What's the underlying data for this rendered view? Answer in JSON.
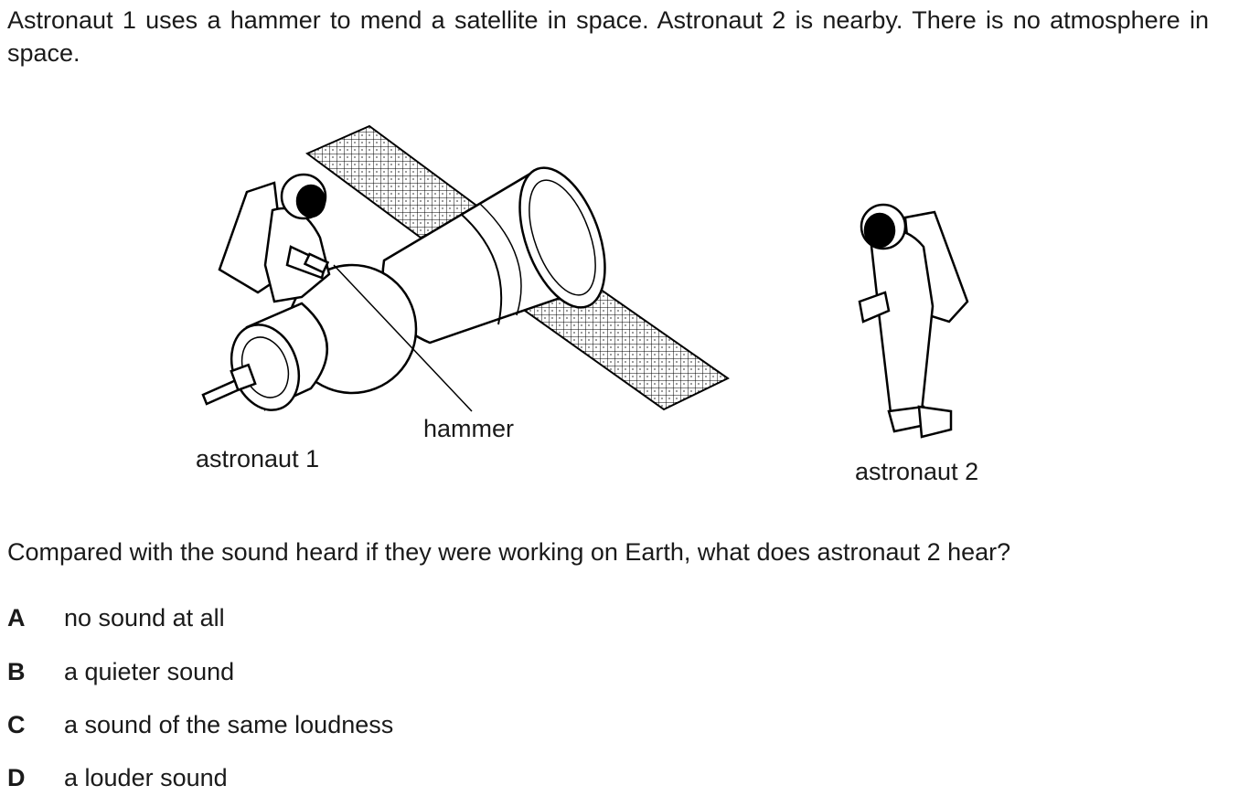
{
  "stem": {
    "intro": "Astronaut 1 uses a hammer to mend a satellite in space. Astronaut 2 is nearby. There is no atmosphere in space."
  },
  "figure": {
    "labels": {
      "hammer": "hammer",
      "astronaut_1": "astronaut 1",
      "astronaut_2": "astronaut 2"
    }
  },
  "question": "Compared with the sound heard if they were working on Earth, what does astronaut 2 hear?",
  "options": [
    {
      "letter": "A",
      "text": "no sound at all"
    },
    {
      "letter": "B",
      "text": "a quieter sound"
    },
    {
      "letter": "C",
      "text": "a sound of the same loudness"
    },
    {
      "letter": "D",
      "text": "a louder sound"
    }
  ]
}
